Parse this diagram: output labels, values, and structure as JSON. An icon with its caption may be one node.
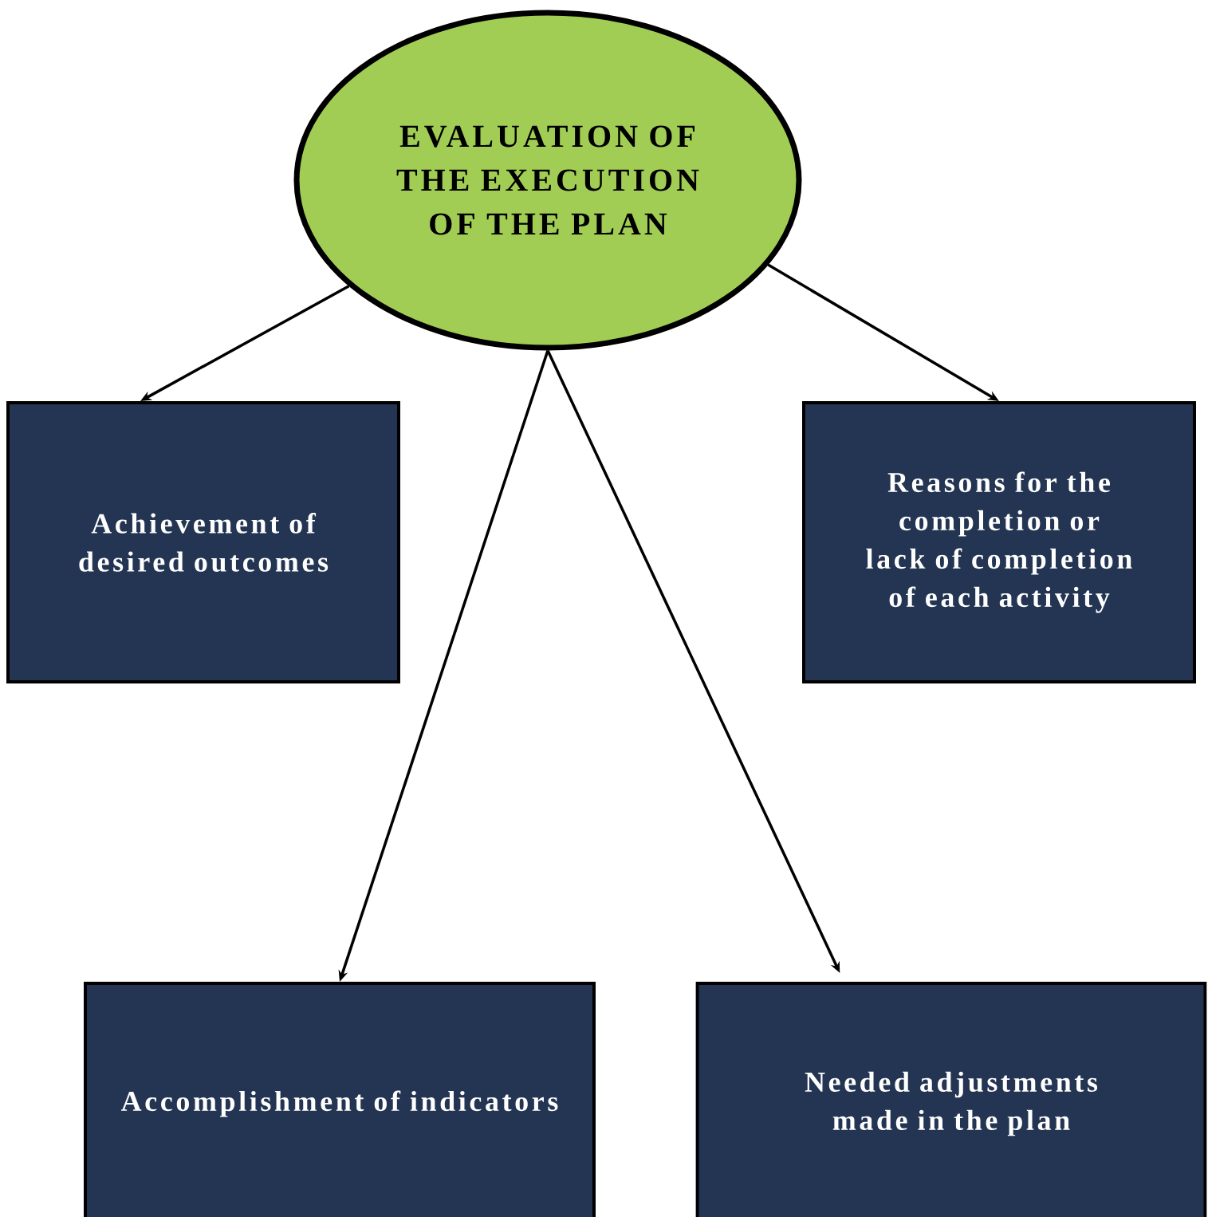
{
  "diagram": {
    "nodes": [
      {
        "text": [
          "EVALUATION OF THE EXECUTION OF THE PLAN"
        ]
      },
      {
        "text": [
          "Achievement of desired outcomes"
        ]
      },
      {
        "text": [
          "Reasons for the completion or lack of completion of each activity"
        ]
      },
      {
        "text": [
          "Accomplishment of indicators"
        ]
      },
      {
        "text": [
          "Needed adjustments made in the plan"
        ]
      }
    ],
    "edges": [
      {
        "from": 0,
        "to": 1,
        "arrow": "to"
      },
      {
        "from": 0,
        "to": 2,
        "arrow": "to"
      },
      {
        "from": 0,
        "to": 3,
        "arrow": "to"
      },
      {
        "from": 0,
        "to": 4,
        "arrow": "to"
      }
    ]
  }
}
